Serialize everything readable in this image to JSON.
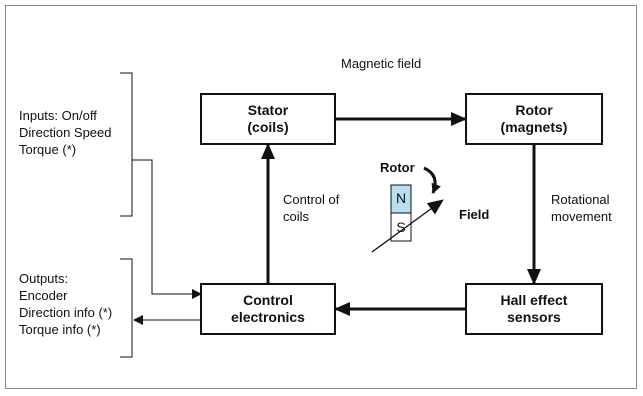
{
  "boxes": {
    "stator": {
      "line1": "Stator",
      "line2": "(coils)"
    },
    "rotor": {
      "line1": "Rotor",
      "line2": "(magnets)"
    },
    "control": {
      "line1": "Control",
      "line2": "electronics"
    },
    "hall": {
      "line1": "Hall effect",
      "line2": "sensors"
    }
  },
  "labels": {
    "magnetic_field": "Magnetic field",
    "control_of_coils_1": "Control of",
    "control_of_coils_2": "coils",
    "rotational_1": "Rotational",
    "rotational_2": "movement",
    "rotor_small": "Rotor",
    "field": "Field",
    "magnet_n": "N",
    "magnet_s": "S"
  },
  "inputs": {
    "line1": "Inputs: On/off",
    "line2": "Direction Speed",
    "line3": "Torque (*)"
  },
  "outputs": {
    "line1": "Outputs:",
    "line2": "Encoder",
    "line3": "Direction info (*)",
    "line4": "Torque info (*)"
  },
  "colors": {
    "magnet_north": "#b8dff0",
    "border": "#8a8a8a"
  }
}
